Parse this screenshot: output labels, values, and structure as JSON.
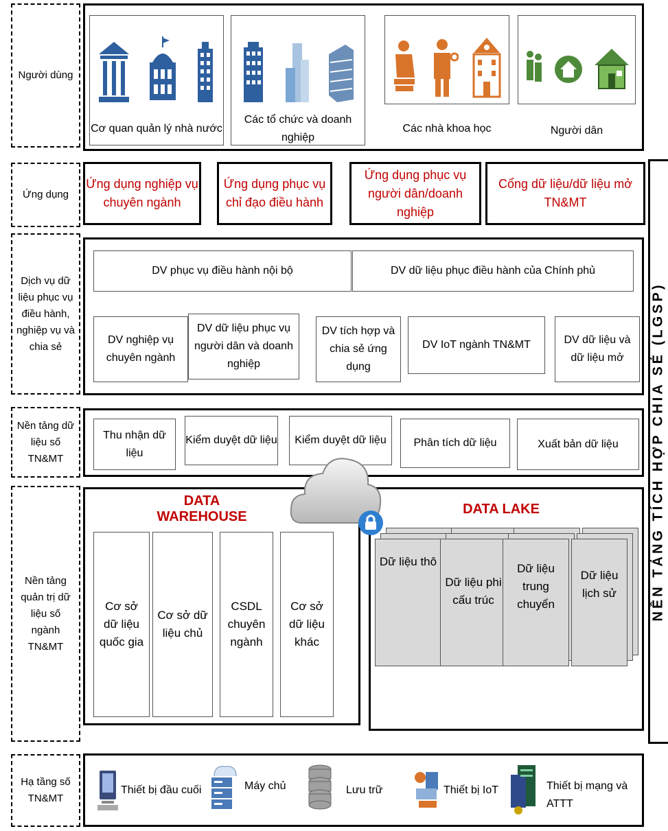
{
  "layers": {
    "users": "Người dùng",
    "apps": "Ứng dụng",
    "services": "Dịch vụ dữ liệu phục vụ điều hành, nghiệp vụ và chia sẻ",
    "platform": "Nền tảng dữ liệu số TN&MT",
    "governance": "Nền tảng quản trị dữ liệu số ngành TN&MT",
    "infra": "Hạ tầng số TN&MT"
  },
  "users": {
    "state": "Cơ quan quản lý nhà nước",
    "orgs": "Các tổ chức và doanh nghiệp",
    "scientists": "Các nhà khoa học",
    "citizens": "Người dân"
  },
  "apps": {
    "a1": "Ứng dụng nghiệp vụ chuyên ngành",
    "a2": "Ứng dụng phục vụ chỉ đạo điều hành",
    "a3": "Ứng dụng phục vụ người dân/doanh nghiệp",
    "a4": "Cổng dữ liệu/dữ liệu mở TN&MT"
  },
  "services": {
    "s_internal": "DV phục vụ điều hành nội bộ",
    "s_gov": "DV dữ liệu phục điều hành của Chính phủ",
    "s1": "DV nghiệp vụ chuyên ngành",
    "s2": "DV dữ liệu phục vụ người dân và doanh nghiệp",
    "s3": "DV tích hợp và chia sẻ ứng dụng",
    "s4": "DV IoT ngành TN&MT",
    "s5": "DV dữ liệu và dữ liệu mở"
  },
  "platform": {
    "p1": "Thu nhận dữ liệu",
    "p2": "Kiểm duyệt dữ liệu",
    "p3": "Kiểm duyệt dữ liệu",
    "p4": "Phân tích dữ liệu",
    "p5": "Xuất bản dữ liệu"
  },
  "warehouse": {
    "title": "DATA WAREHOUSE",
    "w1": "Cơ sở dữ liệu quốc gia",
    "w2": "Cơ sở dữ liệu chủ",
    "w3": "CSDL chuyên ngành",
    "w4": "Cơ sở dữ liệu khác"
  },
  "lake": {
    "title": "DATA LAKE",
    "l1": "Dữ liệu thô",
    "l2": "Dữ liệu phi cấu trúc",
    "l3": "Dữ liệu trung chuyển",
    "l4": "Dữ liệu lịch sử"
  },
  "infra": {
    "i1": "Thiết bị đầu cuối",
    "i2": "Máy chủ",
    "i3": "Lưu trữ",
    "i4": "Thiết bị IoT",
    "i5": "Thiết bị mạng và ATTT"
  },
  "side": "NỀN TẢNG TÍCH HỢP CHIA SẺ (LGSP)",
  "colors": {
    "accent_red": "#c00000",
    "icon_blue": "#2e5f9e",
    "icon_orange": "#d9742b",
    "icon_green": "#4e8a3a"
  }
}
